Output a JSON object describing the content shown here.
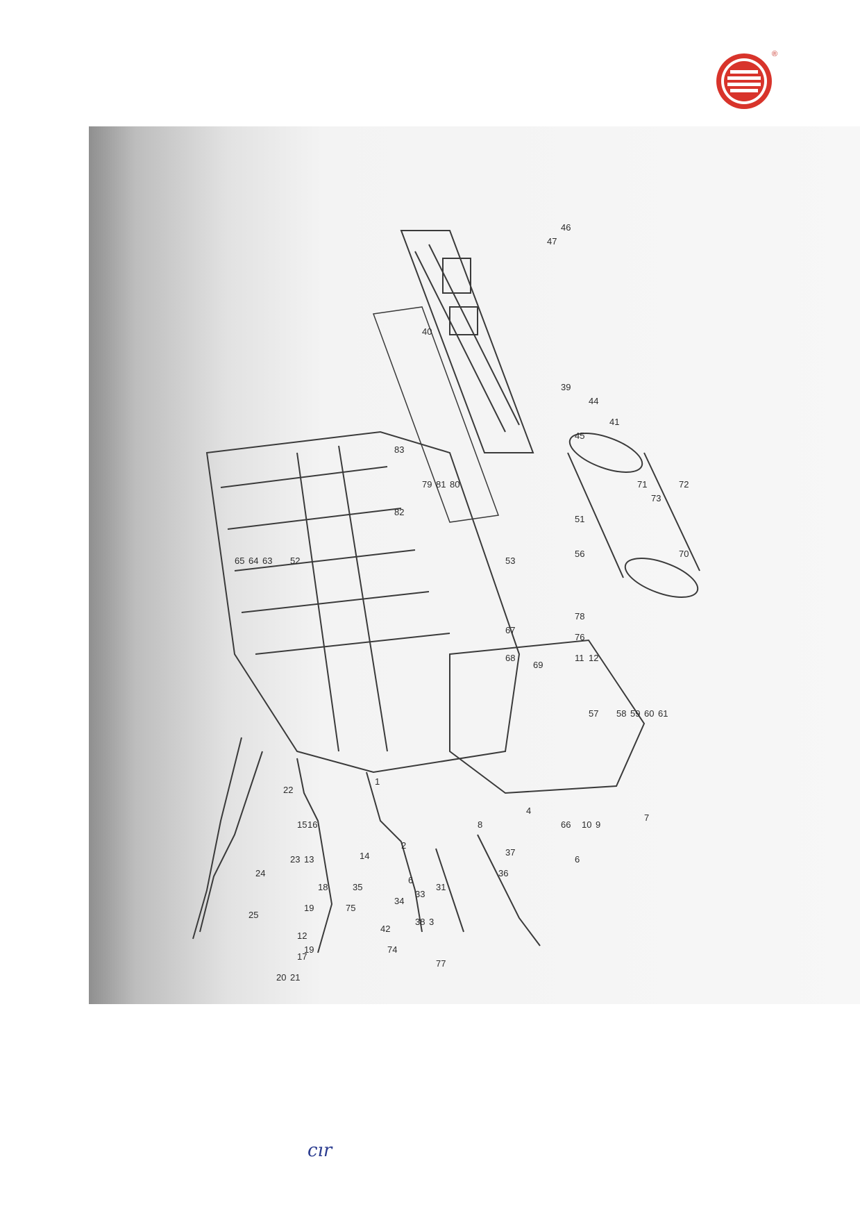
{
  "logo": {
    "name": "brand-logo",
    "color": "#d8342b",
    "mark": "®"
  },
  "figure": {
    "callouts": [
      "1",
      "2",
      "3",
      "4",
      "6",
      "6",
      "7",
      "8",
      "9",
      "10",
      "11",
      "12",
      "12",
      "13",
      "14",
      "15",
      "16",
      "17",
      "18",
      "19",
      "19",
      "20",
      "21",
      "22",
      "23",
      "24",
      "25",
      "31",
      "33",
      "34",
      "35",
      "36",
      "37",
      "38",
      "39",
      "40",
      "41",
      "42",
      "44",
      "45",
      "46",
      "47",
      "51",
      "52",
      "53",
      "56",
      "57",
      "58",
      "59",
      "60",
      "61",
      "63",
      "64",
      "65",
      "66",
      "67",
      "68",
      "69",
      "70",
      "71",
      "72",
      "73",
      "74",
      "75",
      "76",
      "77",
      "78",
      "79",
      "80",
      "81",
      "82",
      "83"
    ]
  },
  "footer": {
    "mark": "cır"
  }
}
